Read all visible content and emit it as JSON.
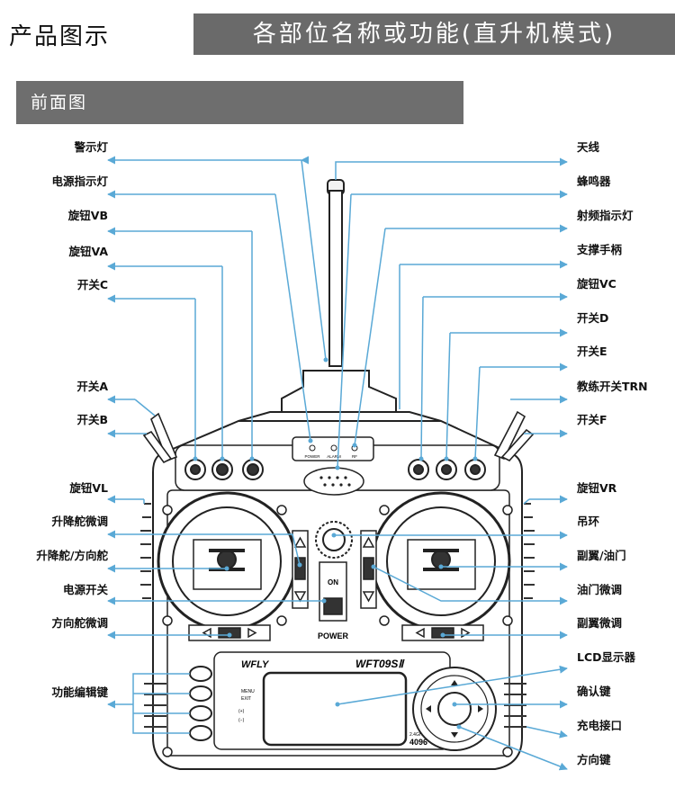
{
  "header": {
    "left_title": "产品图示",
    "right_title": "各部位名称或功能(直升机模式)"
  },
  "section_title": "前面图",
  "device_text": {
    "brand": "WFLY",
    "model": "WFT09SⅡ",
    "freq": "2.4GHz",
    "channels": "4096",
    "menu": "MENU",
    "exit": "EXIT",
    "plus": "(+)",
    "minus": "(−)",
    "power": "POWER",
    "on": "ON",
    "led_power": "POWER",
    "led_alarm": "ALARM",
    "led_rf": "RF"
  },
  "labels_left": [
    {
      "id": "warning-light",
      "text": "警示灯"
    },
    {
      "id": "power-indicator",
      "text": "电源指示灯"
    },
    {
      "id": "knob-vb",
      "text": "旋钮VB"
    },
    {
      "id": "knob-va",
      "text": "旋钮VA"
    },
    {
      "id": "switch-c",
      "text": "开关C"
    },
    {
      "id": "switch-a",
      "text": "开关A"
    },
    {
      "id": "switch-b",
      "text": "开关B"
    },
    {
      "id": "knob-vl",
      "text": "旋钮VL"
    },
    {
      "id": "elevator-trim",
      "text": "升降舵微调"
    },
    {
      "id": "elevator-rudder",
      "text": "升降舵/方向舵"
    },
    {
      "id": "power-switch",
      "text": "电源开关"
    },
    {
      "id": "rudder-trim",
      "text": "方向舵微调"
    },
    {
      "id": "function-keys",
      "text": "功能编辑键"
    }
  ],
  "labels_right": [
    {
      "id": "antenna",
      "text": "天线"
    },
    {
      "id": "buzzer",
      "text": "蜂鸣器"
    },
    {
      "id": "rf-indicator",
      "text": "射频指示灯"
    },
    {
      "id": "support-handle",
      "text": "支撑手柄"
    },
    {
      "id": "knob-vc",
      "text": "旋钮VC"
    },
    {
      "id": "switch-d",
      "text": "开关D"
    },
    {
      "id": "switch-e",
      "text": "开关E"
    },
    {
      "id": "trainer-switch",
      "text": "教练开关TRN"
    },
    {
      "id": "switch-f",
      "text": "开关F"
    },
    {
      "id": "knob-vr",
      "text": "旋钮VR"
    },
    {
      "id": "hanger-ring",
      "text": "吊环"
    },
    {
      "id": "aileron-throttle",
      "text": "副翼/油门"
    },
    {
      "id": "throttle-trim",
      "text": "油门微调"
    },
    {
      "id": "aileron-trim",
      "text": "副翼微调"
    },
    {
      "id": "lcd-display",
      "text": "LCD显示器"
    },
    {
      "id": "confirm-key",
      "text": "确认键"
    },
    {
      "id": "charge-port",
      "text": "充电接口"
    },
    {
      "id": "direction-keys",
      "text": "方向键"
    }
  ]
}
